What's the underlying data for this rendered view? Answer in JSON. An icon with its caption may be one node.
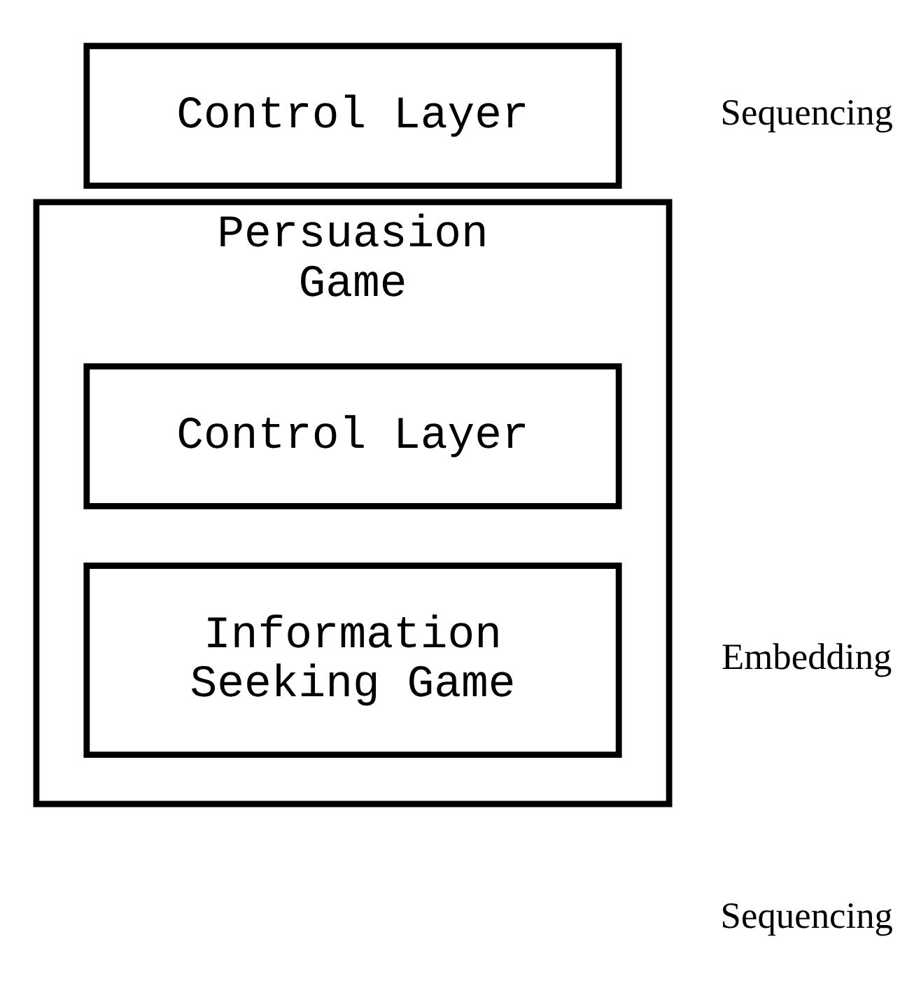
{
  "diagram": {
    "nodes": [
      {
        "text": [
          "Control Layer"
        ]
      },
      {
        "text": [
          "Persuasion Game"
        ]
      },
      {
        "text": [
          "Control Layer"
        ],
        "in": 1
      },
      {
        "text": [
          "Information Seeking Game"
        ],
        "in": 1
      }
    ],
    "labels": [
      "Sequencing",
      "Embedding",
      "Sequencing"
    ]
  }
}
